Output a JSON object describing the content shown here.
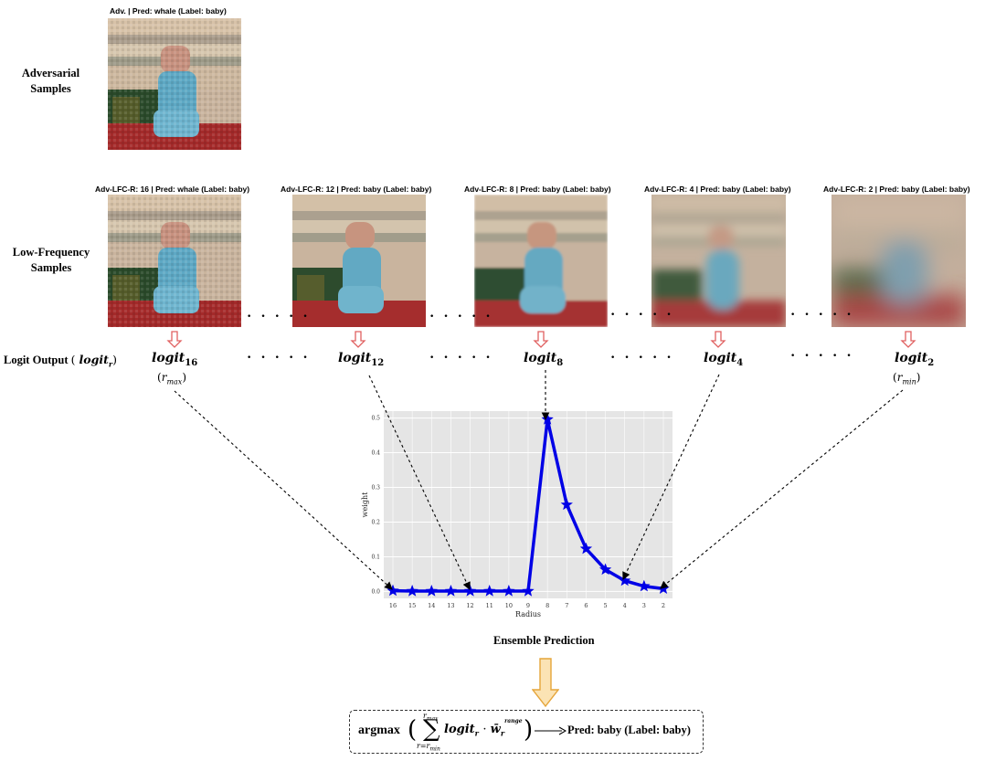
{
  "rows": {
    "adversarial": "Adversarial\nSamples",
    "low_freq": "Low-Frequency\nSamples",
    "logit_output": "Logit Output",
    "logit_output_sym": "logit",
    "logit_output_sub": "r"
  },
  "adv_caption": "Adv. | Pred: whale (Label: baby)",
  "low_freq_samples": [
    {
      "caption": "Adv-LFC-R: 16 | Pred: whale (Label: baby)",
      "logit": "logit",
      "logit_sub": "16",
      "range_label": "max"
    },
    {
      "caption": "Adv-LFC-R: 12 | Pred: baby (Label: baby)",
      "logit": "logit",
      "logit_sub": "12"
    },
    {
      "caption": "Adv-LFC-R: 8 | Pred: baby (Label: baby)",
      "logit": "logit",
      "logit_sub": "8"
    },
    {
      "caption": "Adv-LFC-R: 4 | Pred: baby (Label: baby)",
      "logit": "logit",
      "logit_sub": "4"
    },
    {
      "caption": "Adv-LFC-R: 2 | Pred: baby (Label: baby)",
      "logit": "logit",
      "logit_sub": "2",
      "range_label": "min"
    }
  ],
  "ellipsis": "· · · · ·",
  "ensemble_title": "Ensemble Prediction",
  "formula": {
    "argmax": "argmax",
    "sum_top": "r",
    "sum_top_sub": "max",
    "sum_bottom": "r=r",
    "sum_bottom_sub": "min",
    "term": "logit",
    "term_sub": "r",
    "weight": "w̄",
    "weight_sub": "r",
    "weight_sup": "range",
    "result": "Pred: baby (Label: baby)"
  },
  "colors": {
    "line": "#0000e6",
    "panel": "#e5e5e5",
    "arrow_down": "#e06060",
    "big_arrow": "#f5c770"
  },
  "chart_data": {
    "type": "line",
    "title": "",
    "xlabel": "Radius",
    "ylabel": "weight",
    "categories": [
      "16",
      "15",
      "14",
      "13",
      "12",
      "11",
      "10",
      "9",
      "8",
      "7",
      "6",
      "5",
      "4",
      "3",
      "2"
    ],
    "series": [
      {
        "values": [
          0.002,
          0.001,
          0.001,
          0.001,
          0.001,
          0.001,
          0.001,
          0.001,
          0.496,
          0.25,
          0.123,
          0.063,
          0.031,
          0.015,
          0.008
        ]
      }
    ],
    "ylim": [
      -0.02,
      0.52
    ],
    "yticks": [
      "0.0",
      "0.1",
      "0.2",
      "0.3",
      "0.4",
      "0.5"
    ],
    "grid": true,
    "marker": "star"
  }
}
